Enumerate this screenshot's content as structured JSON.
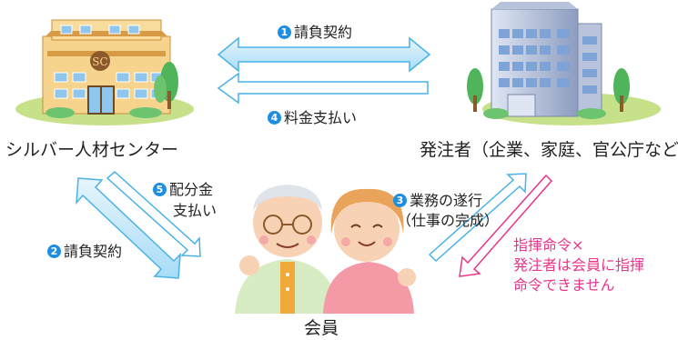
{
  "nodes": {
    "silver_center": "シルバー人材センター",
    "client": "発注者（企業、家庭、官公庁など）",
    "member": "会員"
  },
  "flows": {
    "contract_top": {
      "num": "1",
      "text": "請負契約"
    },
    "contract_left": {
      "num": "2",
      "text": "請負契約"
    },
    "work": {
      "num": "3",
      "line1": "業務の遂行",
      "line2": "（仕事の完成）"
    },
    "payment": {
      "num": "4",
      "text": "料金支払い"
    },
    "distribution": {
      "num": "5",
      "line1": "配分金",
      "line2": "支払い"
    }
  },
  "note": {
    "line1": "指揮命令×",
    "line2": "発注者は会員に指揮",
    "line3": "命令できません"
  },
  "colors": {
    "arrow_fill": "#c6e8fb",
    "arrow_stroke": "#49b2e8",
    "number_badge": "#1e8ee0",
    "pink": "#e8358a",
    "ground": "#c7e08a"
  }
}
